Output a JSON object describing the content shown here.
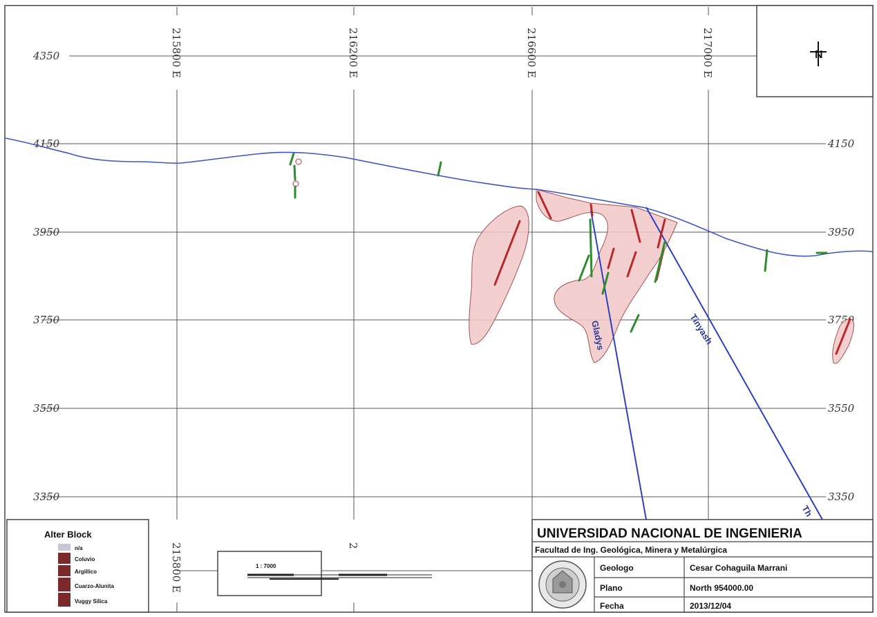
{
  "north_arrow": {
    "label": "N"
  },
  "elevations": [
    "4350",
    "4150",
    "3950",
    "3750",
    "3550",
    "3350"
  ],
  "eastings": [
    "215800 E",
    "216200 E",
    "216600 E",
    "217000 E"
  ],
  "faults": [
    {
      "name": "Gladys",
      "color": "#2b3fbf"
    },
    {
      "name": "Tinyash",
      "color": "#2b3fbf"
    },
    {
      "name": "Th",
      "color": "#2b3fbf"
    }
  ],
  "colors": {
    "topography": "#3a55c8",
    "alteration_fill": "#f2c7c7",
    "alteration_stroke": "#a05050",
    "hole_green": "#2e8b2e",
    "hole_red": "#b82828",
    "legend_swatch": "#7a2a2a",
    "legend_swatch_light": "#c8c8d4"
  },
  "legend": {
    "title": "Alter Block",
    "items": [
      "n/a",
      "Coluvio",
      "Argillico",
      "Cuarzo-Alunita",
      "Vuggy Silica"
    ]
  },
  "scale_bar": {
    "label": "1 : 7000"
  },
  "title_block": {
    "university": "UNIVERSIDAD NACIONAL DE INGENIERIA",
    "faculty": "Facultad de Ing. Geológica, Minera y Metalúrgica",
    "rows": [
      {
        "key": "Geologo",
        "value": "Cesar Cohaguila Marrani"
      },
      {
        "key": "Plano",
        "value": "North 954000.00"
      },
      {
        "key": "Fecha",
        "value": "2013/12/04"
      }
    ]
  },
  "bottom_labels": {
    "easting_partial": "215800 E",
    "center_tick": "2"
  }
}
